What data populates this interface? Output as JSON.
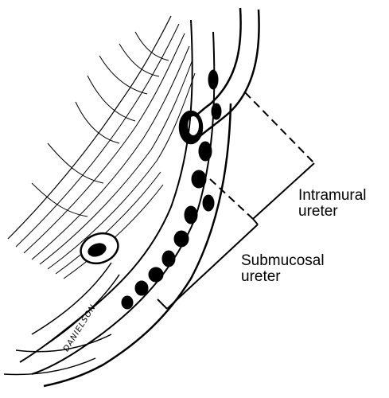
{
  "labels": {
    "intramural_line1": "Intramural",
    "intramural_line2": "ureter",
    "submucosal_line1": "Submucosal",
    "submucosal_line2": "ureter"
  },
  "signature": "DANIELSON",
  "colors": {
    "ink": "#000000",
    "paper": "#ffffff"
  }
}
